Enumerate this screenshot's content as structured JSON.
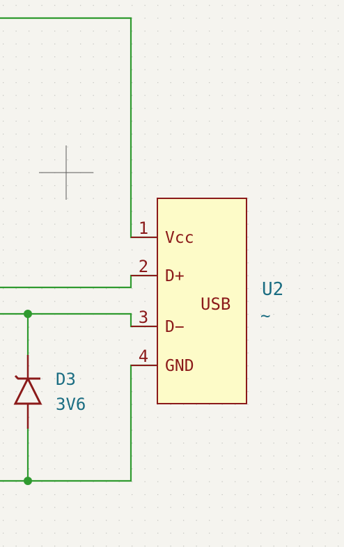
{
  "component": {
    "ref": "U2",
    "value": "~",
    "name": "USB",
    "pins": [
      {
        "number": "1",
        "name": "Vcc"
      },
      {
        "number": "2",
        "name": "D+"
      },
      {
        "number": "3",
        "name": "D−"
      },
      {
        "number": "4",
        "name": "GND"
      }
    ]
  },
  "diode": {
    "ref": "D3",
    "value": "3V6"
  },
  "colors": {
    "background": "#f5f4ef",
    "grid": "#c8c8c4",
    "wire": "#2f9a2f",
    "junction": "#2f9a2f",
    "symbol_outline": "#8b1a1a",
    "symbol_fill": "#fdfbc8",
    "pin": "#8b1a1a",
    "field_text": "#1b6d82",
    "cursor": "#5a5a5a"
  }
}
